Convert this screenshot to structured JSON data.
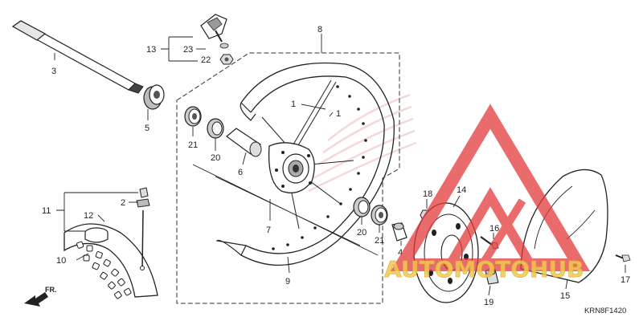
{
  "callouts": {
    "1": "1",
    "2": "2",
    "3": "3",
    "4": "4",
    "5": "5",
    "6": "6",
    "7": "7",
    "8": "8",
    "9": "9",
    "10": "10",
    "11": "11",
    "12": "12",
    "13": "13",
    "14": "14",
    "15": "15",
    "16": "16",
    "17": "17",
    "18": "18",
    "19": "19",
    "20": "20",
    "21": "21",
    "22": "22",
    "23": "23"
  },
  "labels": {
    "front": "FR.",
    "diagram_code": "KRN8F1420"
  },
  "watermark": {
    "text": "AUTOMOTOHUB",
    "colors": {
      "logo": "#e23a3a",
      "text": "#f2c94c"
    }
  },
  "colors": {
    "line": "#222222",
    "background": "#ffffff"
  }
}
